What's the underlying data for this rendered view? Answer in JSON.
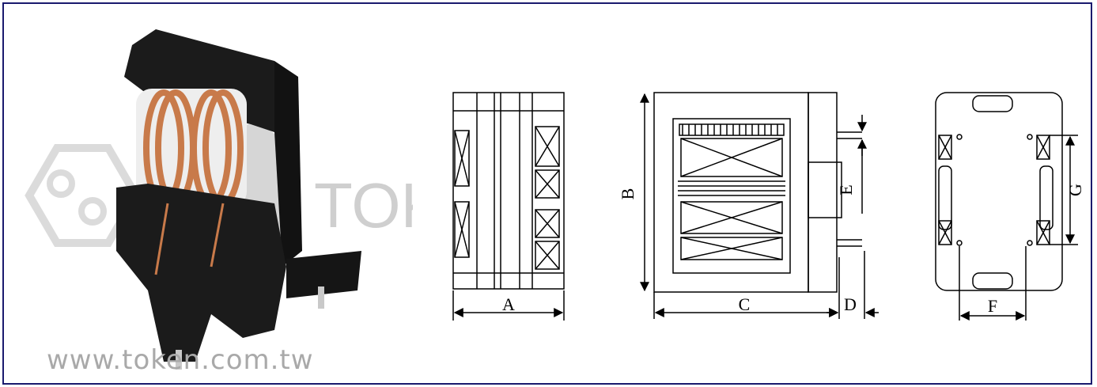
{
  "website": "www.token.com.tw",
  "watermark": "TOKEN",
  "dimensions": {
    "a": "A",
    "b": "B",
    "c": "C",
    "d": "D",
    "e": "E",
    "f": "F",
    "g": "G"
  },
  "colors": {
    "border": "#1a1a6e",
    "copper": "#c87a4a",
    "body": "#1b1b1b"
  }
}
